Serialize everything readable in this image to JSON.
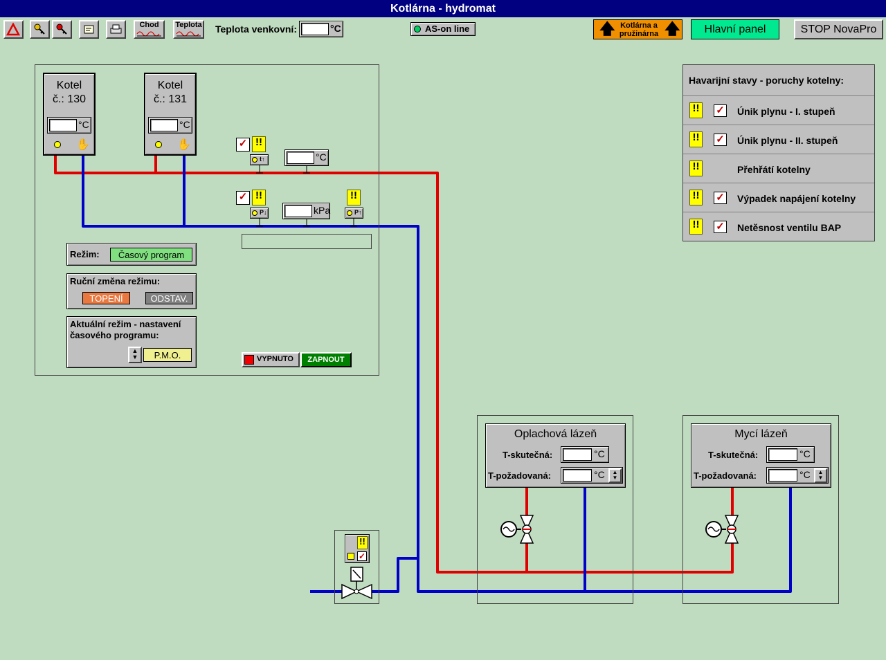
{
  "window": {
    "title": "Kotlárna  - hydromat"
  },
  "toolbar": {
    "chod_label": "Chod",
    "teplota_label": "Teplota",
    "outside_temp_label": "Teplota venkovní:",
    "outside_temp_value": "",
    "outside_temp_unit": "°C",
    "online_label": "AS-on line",
    "kotlarna_btn_line1": "Kotlárna a",
    "kotlarna_btn_line2": "pružinárna",
    "main_panel_btn": "Hlavní panel",
    "stop_btn": "STOP NovaPro"
  },
  "boilers": [
    {
      "title_line1": "Kotel",
      "title_line2": "č.: 130",
      "temp_value": "",
      "unit": "°C"
    },
    {
      "title_line1": "Kotel",
      "title_line2": "č.: 131",
      "temp_value": "",
      "unit": "°C"
    }
  ],
  "sensors": {
    "temp_unit": "°C",
    "temp_value": "",
    "temp_badge": "t↑",
    "pressure_unit": "kPa",
    "pressure_value": "",
    "p_low_badge": "P↓",
    "p_high_badge": "P↑",
    "status_text": ""
  },
  "mode": {
    "label": "Režim:",
    "value": "Časový program",
    "manual_label": "Ruční změna režimu:",
    "heat_btn": "TOPENÍ",
    "off_btn": "ODSTAV.",
    "schedule_label_line1": "Aktuální režim - nastavení",
    "schedule_label_line2": "časového programu:",
    "schedule_value": "P.M.O."
  },
  "power": {
    "off_label": "VYPNUTO",
    "on_label": "ZAPNOUT"
  },
  "alarms": {
    "title": "Havarijní stavy - poruchy kotelny:",
    "items": [
      {
        "label": "Únik plynu  -  I. stupeň",
        "checked": true
      },
      {
        "label": "Únik plynu  -  II. stupeň",
        "checked": true
      },
      {
        "label": "Přehřátí kotelny",
        "checked": false
      },
      {
        "label": "Výpadek napájení kotelny",
        "checked": true
      },
      {
        "label": "Netěsnost ventilu BAP",
        "checked": true
      }
    ]
  },
  "baths": [
    {
      "title": "Oplachová lázeň",
      "actual_label": "T-skutečná:",
      "required_label": "T-požadovaná:",
      "actual_value": "",
      "required_value": "",
      "unit": "°C"
    },
    {
      "title": "Mycí lázeň",
      "actual_label": "T-skutečná:",
      "required_label": "T-požadovaná:",
      "actual_value": "",
      "required_value": "",
      "unit": "°C"
    }
  ],
  "colors": {
    "hot_pipe": "#e00000",
    "cold_pipe": "#0000c8",
    "background": "#c0dcc0",
    "title_bar": "#000080"
  }
}
